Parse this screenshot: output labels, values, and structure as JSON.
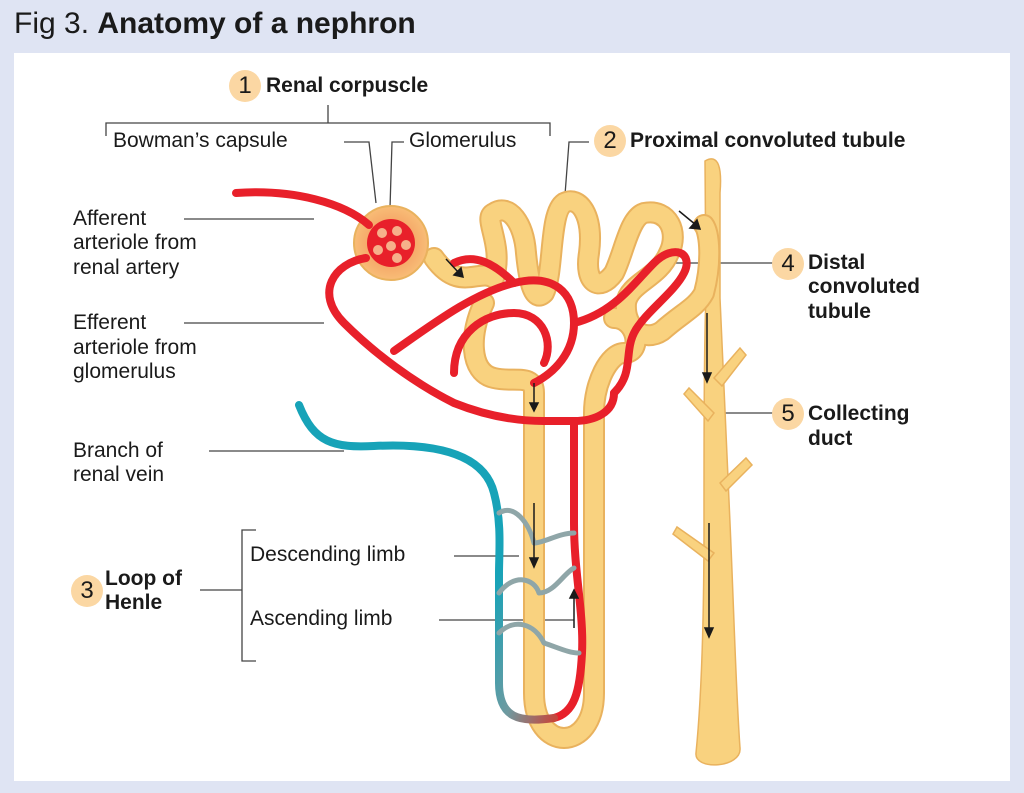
{
  "title": {
    "prefix": "Fig 3.",
    "main": "Anatomy of a nephron"
  },
  "colors": {
    "background": "#dfe4f3",
    "tubule": "#f9d27f",
    "tubule_edge": "#e9b25e",
    "artery": "#e8202a",
    "vein": "#17a3b8",
    "number_badge": "#fbd7a3"
  },
  "labels": {
    "renal_corpuscle": {
      "number": "1",
      "text": "Renal corpuscle"
    },
    "bowmans_capsule": "Bowman’s capsule",
    "glomerulus": "Glomerulus",
    "proximal_tubule": {
      "number": "2",
      "text": "Proximal convoluted tubule"
    },
    "afferent": [
      "Afferent",
      "arteriole from",
      "renal artery"
    ],
    "efferent": [
      "Efferent",
      "arteriole from",
      "glomerulus"
    ],
    "branch_vein": [
      "Branch of",
      "renal vein"
    ],
    "loop_of_henle": {
      "number": "3",
      "lines": [
        "Loop of",
        "Henle"
      ]
    },
    "descending_limb": "Descending limb",
    "ascending_limb": "Ascending limb",
    "distal_tubule": {
      "number": "4",
      "lines": [
        "Distal",
        "convoluted",
        "tubule"
      ]
    },
    "collecting_duct": {
      "number": "5",
      "lines": [
        "Collecting",
        "duct"
      ]
    }
  }
}
